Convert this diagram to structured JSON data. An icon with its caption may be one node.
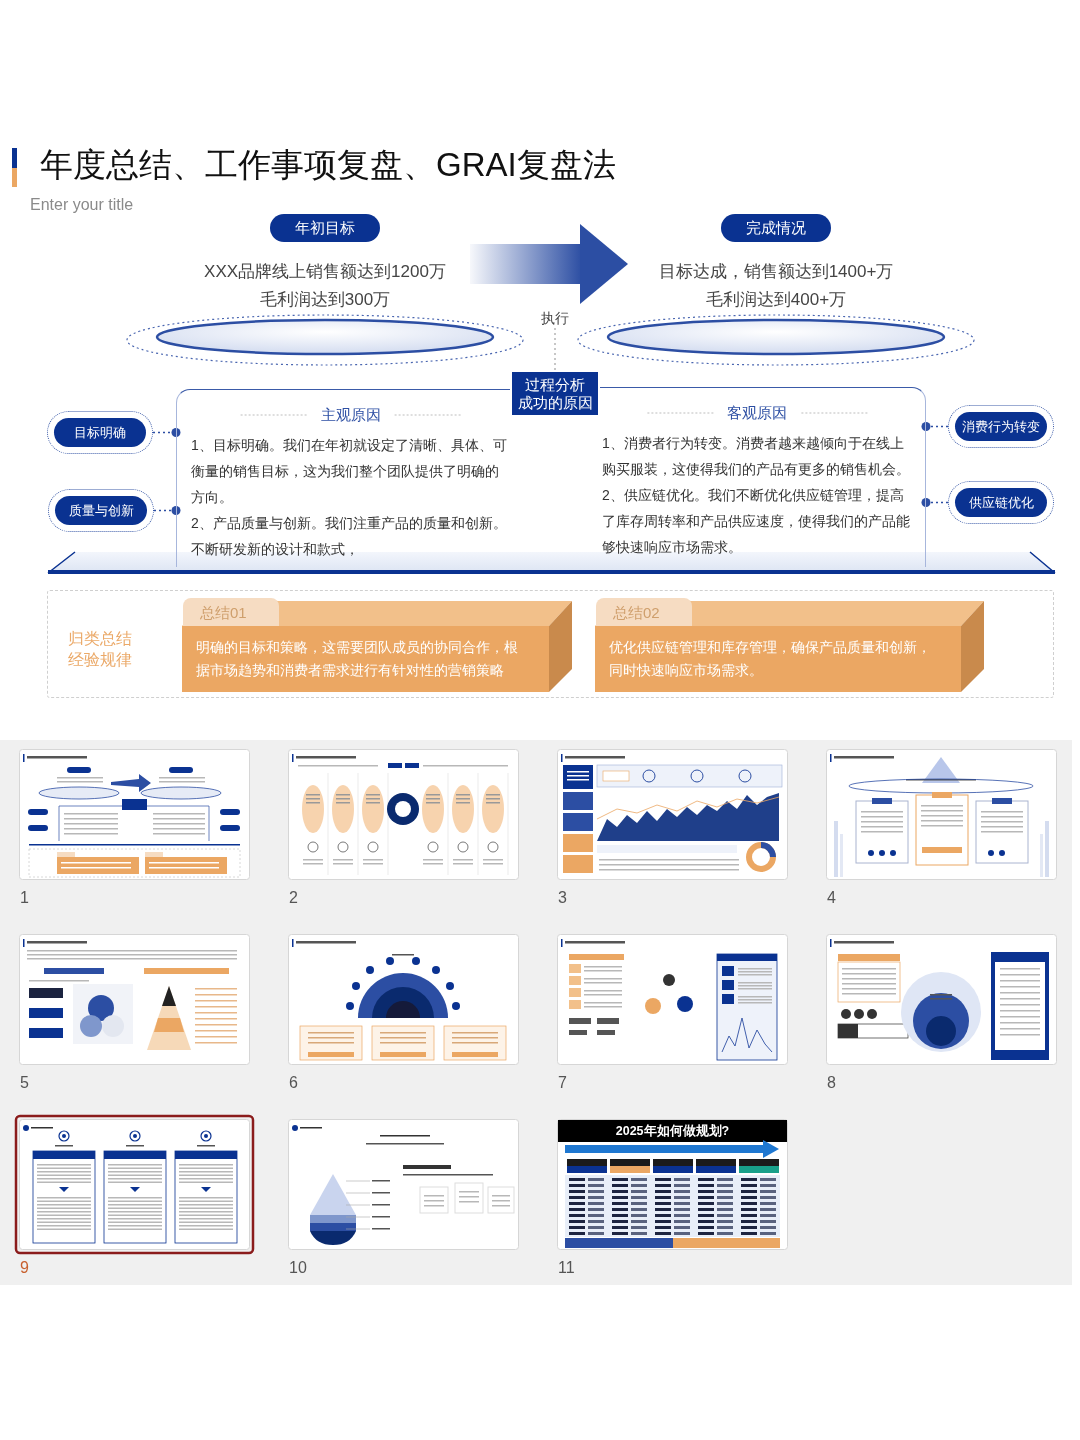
{
  "diagram": {
    "title": "年度总结、工作事项复盘、GRAI复盘法",
    "nodes": [
      {
        "text": [
          "年初目标",
          "XXX品牌线上销售额达到1200万",
          "毛利润达到300万"
        ]
      },
      {
        "text": [
          "完成情况",
          "目标达成，销售额达到1400+万",
          "毛利润达到400+万"
        ]
      },
      {
        "text": [
          "执行"
        ]
      },
      {
        "text": [
          "过程分析",
          "成功的原因"
        ]
      },
      {
        "text": [
          "主观原因",
          "1、目标明确。我们在年初就设定了清晰、具体、可衡量的销售目标，这为我们整个团队提供了明确的方向。",
          "2、产品质量与创新。我们注重产品的质量和创新。不断研发新的设计和款式，"
        ]
      },
      {
        "text": [
          "客观原因",
          "1、消费者行为转变。消费者越来越倾向于在线上购买服装，这使得我们的产品有更多的销售机会。",
          "2、供应链优化。我们不断优化供应链管理，提高了库存周转率和产品供应速度，使得我们的产品能够快速响应市场需求。"
        ]
      },
      {
        "text": [
          "目标明确"
        ]
      },
      {
        "text": [
          "质量与创新"
        ]
      },
      {
        "text": [
          "消费行为转变"
        ]
      },
      {
        "text": [
          "供应链优化"
        ]
      },
      {
        "text": [
          "归类总结",
          "经验规律"
        ]
      },
      {
        "text": [
          "总结01",
          "明确的目标和策略，这需要团队成员的协同合作，根据市场趋势和消费者需求进行有针对性的营销策略"
        ],
        "in": 10
      },
      {
        "text": [
          "总结02",
          "优化供应链管理和库存管理，确保产品质量和创新，同时快速响应市场需求。"
        ],
        "in": 10
      }
    ],
    "edges": [
      {
        "from": 0,
        "to": 1,
        "arrow": "to",
        "style": "thick"
      },
      {
        "from": 2,
        "to": 3,
        "arrow": "none",
        "style": "dashed",
        "color": "#b5b5b5"
      },
      {
        "from": 6,
        "to": 4,
        "arrow": "other",
        "style": "dashed"
      },
      {
        "from": 7,
        "to": 4,
        "arrow": "other",
        "style": "dashed"
      },
      {
        "from": 8,
        "to": 5,
        "arrow": "other",
        "style": "dashed"
      },
      {
        "from": 9,
        "to": 5,
        "arrow": "other",
        "style": "dashed"
      }
    ],
    "labels": [
      "Enter your title",
      "1",
      "2",
      "3",
      "4",
      "5",
      "6",
      "7",
      "8",
      "9",
      "10",
      "2025年如何做规划?",
      "11"
    ]
  }
}
